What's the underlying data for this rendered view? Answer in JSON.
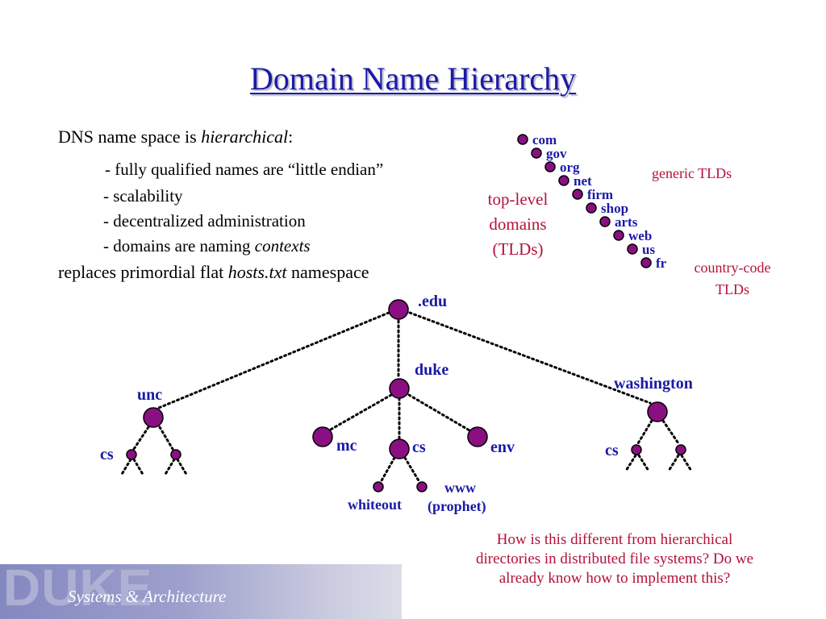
{
  "title": "Domain Name Hierarchy",
  "intro": {
    "line1_prefix": "DNS name space is ",
    "line1_em": "hierarchical",
    "line1_suffix": ":",
    "bullets": [
      "- fully qualified names are “little endian”",
      "- scalability",
      "- decentralized administration"
    ],
    "bullet4_prefix": "- domains are naming ",
    "bullet4_em": "contexts",
    "replaces_prefix": "replaces primordial flat ",
    "replaces_em": "hosts.txt",
    "replaces_suffix": " namespace"
  },
  "tld_caption": [
    "top-level",
    "domains",
    "(TLDs)"
  ],
  "tlds": [
    "com",
    "gov",
    "org",
    "net",
    "firm",
    "shop",
    "arts",
    "web",
    "us",
    "fr"
  ],
  "generic_label": "generic TLDs",
  "country_label": [
    "country-code",
    "TLDs"
  ],
  "tree": {
    "edu": ".edu",
    "duke": "duke",
    "unc": "unc",
    "washington": "washington",
    "unc_cs": "cs",
    "duke_mc": "mc",
    "duke_cs": "cs",
    "duke_env": "env",
    "wash_cs": "cs",
    "whiteout": "whiteout",
    "www_line1": "www",
    "www_line2": "(prophet)"
  },
  "question": [
    "How is this different from hierarchical",
    "directories in distributed file systems?  Do we",
    "already know how to implement this?"
  ],
  "footer": {
    "logo": "DUKE",
    "text": "Systems & Architecture"
  },
  "colors": {
    "node_fill": "#8a0f82",
    "title": "#1a1aa6",
    "red_text": "#b3123a"
  }
}
